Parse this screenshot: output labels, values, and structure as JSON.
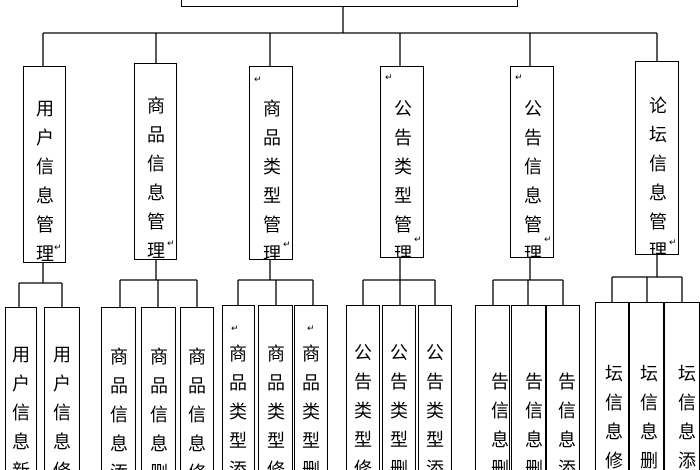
{
  "diagram": {
    "root": {
      "label": ""
    },
    "modules": [
      {
        "label": "用户信息管理",
        "children": [
          "用户信息新",
          "用户信息修"
        ]
      },
      {
        "label": "商品信息管理",
        "children": [
          "商品信息添",
          "商品信息删",
          "商品信息修"
        ]
      },
      {
        "label": "商品类型管理",
        "children": [
          "商品类型添",
          "商品类型修",
          "商品类型删"
        ]
      },
      {
        "label": "公告类型管理",
        "children": [
          "公告类型修",
          "公告类型删",
          "公告类型添"
        ]
      },
      {
        "label": "公告信息管理",
        "children": [
          "告信息删",
          "告信息删",
          "告信息添"
        ]
      },
      {
        "label": "论坛信息管理",
        "children": [
          "坛信息修",
          "坛信息删",
          "坛信息添"
        ]
      }
    ],
    "paragraph_mark": "↵"
  }
}
